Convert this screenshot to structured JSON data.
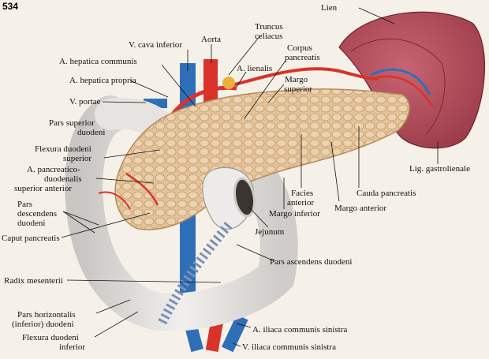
{
  "page_number": "534",
  "colors": {
    "background": "#f6f1e8",
    "pancreas": "#e3c39a",
    "spleen": "#b8505f",
    "artery": "#d9322a",
    "vein": "#2f6fb8",
    "duodenum": "#e8e5e2"
  },
  "labels": {
    "lien": "Lien",
    "truncus_celiacus_1": "Truncus",
    "truncus_celiacus_2": "celiacus",
    "aorta": "Aorta",
    "v_cava_inferior": "V. cava inferior",
    "corpus_pancreatis_1": "Corpus",
    "corpus_pancreatis_2": "pancreatis",
    "a_hepatica_communis": "A. hepatica communis",
    "a_lienalis": "A. lienalis",
    "margo_superior_1": "Margo",
    "margo_superior_2": "superior",
    "a_hepatica_propria": "A. hepatica propria",
    "v_portae": "V. portae",
    "pars_superior_duodeni_1": "Pars superior",
    "pars_superior_duodeni_2": "duodeni",
    "flexura_duodeni_superior_1": "Flexura duodeni",
    "flexura_duodeni_superior_2": "superior",
    "a_pancreaticoduodenalis_1": "A. pancreatico-",
    "a_pancreaticoduodenalis_2": "duodenalis",
    "a_pancreaticoduodenalis_3": "superior anterior",
    "pars_descendens_1": "Pars",
    "pars_descendens_2": "descendens",
    "pars_descendens_3": "duodeni",
    "caput_pancreatis": "Caput pancreatis",
    "radix_mesenterii": "Radix mesenterii",
    "pars_horizontalis_1": "Pars horizontalis",
    "pars_horizontalis_2": "(inferior) duodeni",
    "flexura_duodeni_inferior_1": "Flexura duodeni",
    "flexura_duodeni_inferior_2": "inferior",
    "lig_gastrolienale": "Lig. gastrolienale",
    "facies_anterior_1": "Facies",
    "facies_anterior_2": "anterior",
    "cauda_pancreatis": "Cauda pancreatis",
    "margo_inferior": "Margo inferior",
    "margo_anterior": "Margo anterior",
    "jejunum": "Jejunum",
    "pars_ascendens_duodeni": "Pars ascendens duodeni",
    "a_iliaca_communis_sinistra": "A. iliaca communis sinistra",
    "v_iliaca_communis_sinistra": "V. iliaca communis sinistra"
  }
}
